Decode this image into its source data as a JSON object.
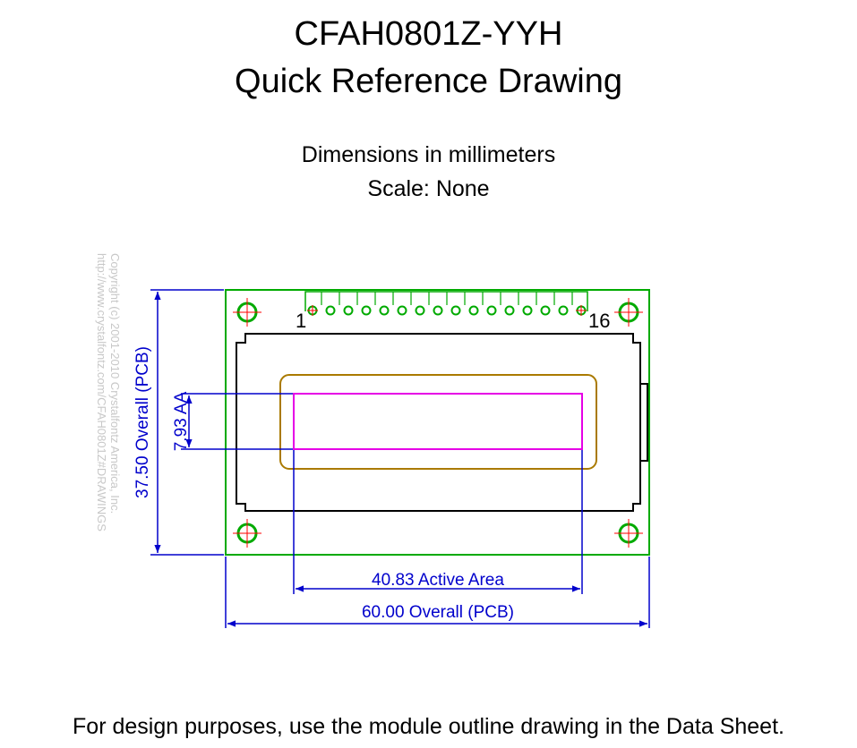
{
  "header": {
    "title": "CFAH0801Z-YYH",
    "subtitle": "Quick Reference Drawing"
  },
  "notes": {
    "units": "Dimensions in millimeters",
    "scale": "Scale: None"
  },
  "copyright": {
    "line1": "Copyright (c) 2001-2010 Crystalfontz America, Inc.",
    "line2": "http://www.crystalfontz.com/CFAH0801Z#DRAWINGS"
  },
  "pins": {
    "first_label": "1",
    "last_label": "16",
    "count": 16
  },
  "dimensions": {
    "height_overall": "37.50 Overall (PCB)",
    "active_area_height": "7.93 AA",
    "active_area_width": "40.83 Active Area",
    "width_overall": "60.00 Overall (PCB)"
  },
  "colors": {
    "pcb": "#00aa00",
    "dimension": "#0000cc",
    "viewing_area": "#aa7a00",
    "active_area": "#e600e6",
    "mount_mark": "#ff0000",
    "outline": "#000000",
    "copyright": "#c8c8c8"
  },
  "footer": {
    "note": "For design purposes, use the module outline drawing in the Data Sheet."
  }
}
